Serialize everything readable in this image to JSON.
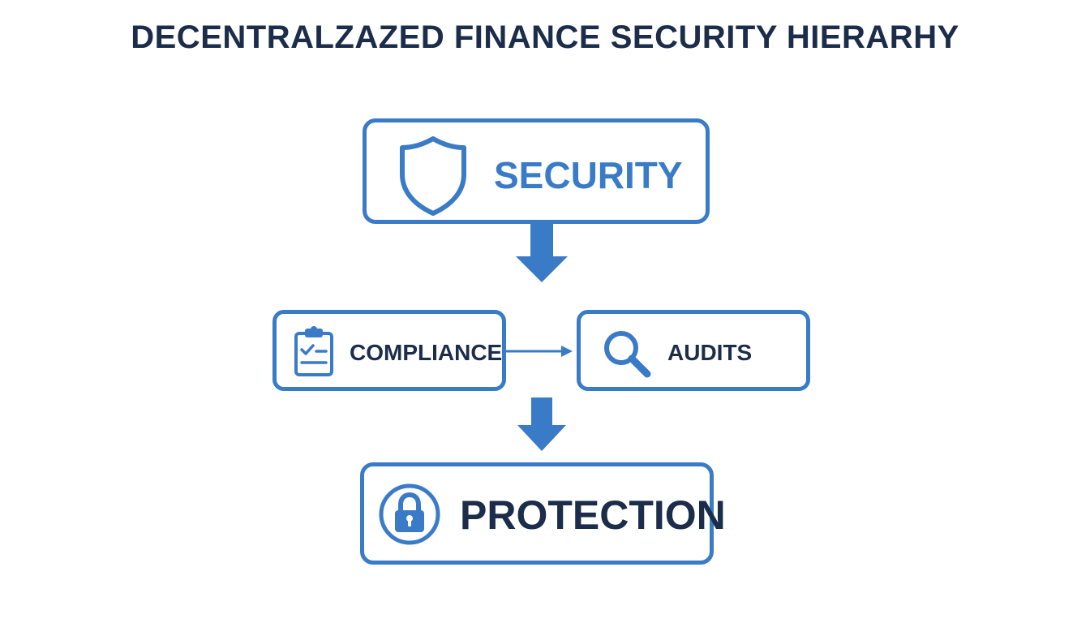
{
  "title": "DECENTRALZAZED FINANCE SECURITY HIERARHY",
  "nodes": {
    "security": {
      "label": "SECURITY",
      "icon": "shield-icon"
    },
    "compliance": {
      "label": "COMPLIANCE",
      "icon": "clipboard-check-icon"
    },
    "audits": {
      "label": "AUDITS",
      "icon": "magnifier-icon"
    },
    "protection": {
      "label": "PROTECTION",
      "icon": "padlock-icon"
    }
  },
  "colors": {
    "accent": "#3a7bc8",
    "text_dark": "#1b2d4a",
    "background": "#ffffff"
  }
}
